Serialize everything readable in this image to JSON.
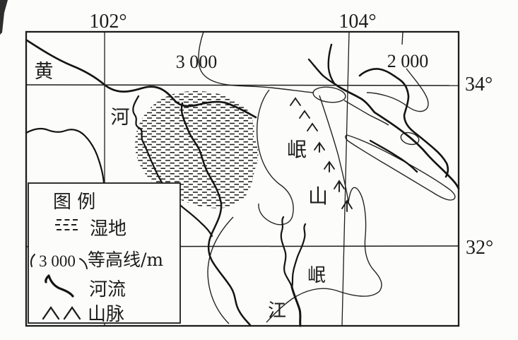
{
  "map": {
    "grid": {
      "lon_labels": [
        "102°",
        "104°"
      ],
      "lat_labels": [
        "34°",
        "32°"
      ]
    },
    "contours": {
      "labels": [
        "3 000",
        "2 000"
      ]
    },
    "places": {
      "huang": "黄",
      "he": "河",
      "min_shan_1": "岷",
      "min_shan_2": "山",
      "min_jiang_1": "岷",
      "min_jiang_2": "江"
    },
    "legend": {
      "title": "图 例",
      "items": [
        {
          "symbol": "wetland-pattern-icon",
          "label": "湿地"
        },
        {
          "symbol": "contour-line-icon",
          "value": "3 000",
          "label": "等高线/m"
        },
        {
          "symbol": "river-icon",
          "label": "河流"
        },
        {
          "symbol": "mountain-icon",
          "label": "山脉"
        }
      ]
    },
    "colors": {
      "ink": "#1c1c1c",
      "paper": "#fcfcfa"
    }
  }
}
